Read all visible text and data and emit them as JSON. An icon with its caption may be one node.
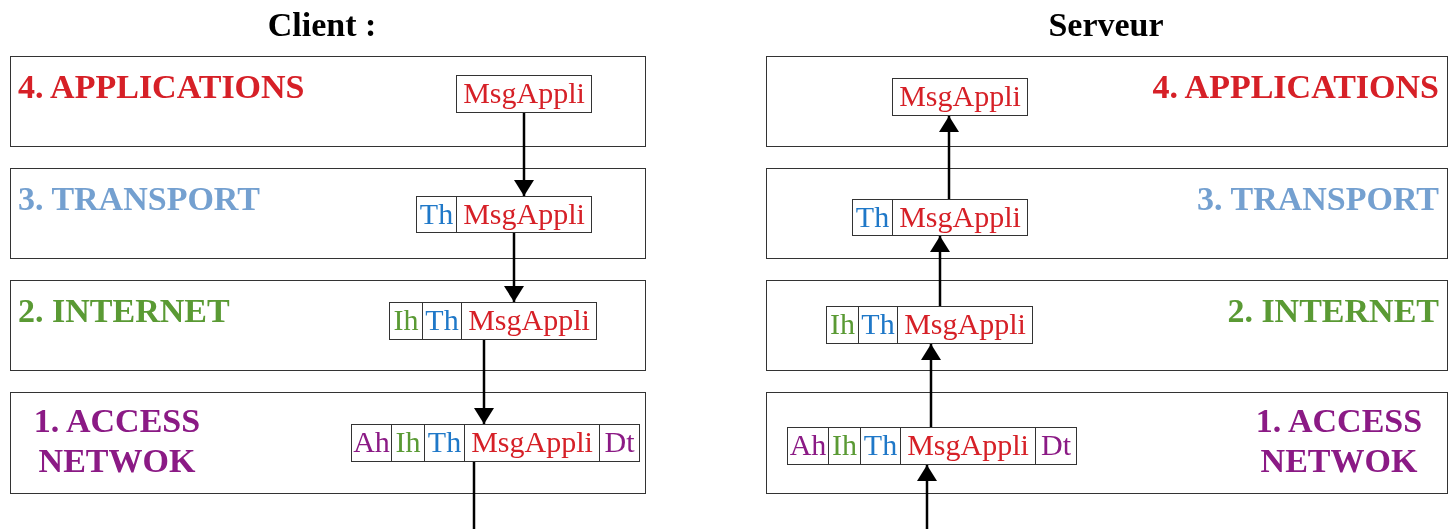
{
  "diagram": {
    "nodes": [
      {
        "text": [
          "4. APPLICATIONS"
        ]
      },
      {
        "text": [
          "MsgAppli"
        ],
        "in": 0
      },
      {
        "text": [
          "4. APPLICATIONS"
        ]
      },
      {
        "text": [
          "MsgAppli"
        ],
        "in": 2
      },
      {
        "text": [
          "3. TRANSPORT"
        ]
      },
      {
        "text": [
          "Th"
        ],
        "in": 4
      },
      {
        "text": [
          "MsgAppli"
        ],
        "in": 4
      },
      {
        "text": [
          "3. TRANSPORT"
        ]
      },
      {
        "text": [
          "Th"
        ],
        "in": 7
      },
      {
        "text": [
          "MsgAppli"
        ],
        "in": 7
      },
      {
        "text": [
          "2. INTERNET"
        ]
      },
      {
        "text": [
          "Ih"
        ],
        "in": 10
      },
      {
        "text": [
          "Th"
        ],
        "in": 10
      },
      {
        "text": [
          "MsgAppli"
        ],
        "in": 10
      },
      {
        "text": [
          "2. INTERNET"
        ]
      },
      {
        "text": [
          "Ih"
        ],
        "in": 14
      },
      {
        "text": [
          "Th"
        ],
        "in": 14
      },
      {
        "text": [
          "MsgAppli"
        ],
        "in": 14
      },
      {
        "text": [
          "1. ACCESS NETWOK"
        ]
      },
      {
        "text": [
          "Ah"
        ],
        "in": 18
      },
      {
        "text": [
          "Ih"
        ],
        "in": 18
      },
      {
        "text": [
          "Th"
        ],
        "in": 18
      },
      {
        "text": [
          "MsgAppli"
        ],
        "in": 18
      },
      {
        "text": [
          "Dt"
        ],
        "in": 18
      },
      {
        "text": [
          "1. ACCESS NETWOK"
        ]
      },
      {
        "text": [
          "Ah"
        ],
        "in": 24
      },
      {
        "text": [
          "Ih"
        ],
        "in": 24
      },
      {
        "text": [
          "Th"
        ],
        "in": 24
      },
      {
        "text": [
          "MsgAppli"
        ],
        "in": 24
      },
      {
        "text": [
          "Dt"
        ],
        "in": 24
      }
    ],
    "edges": [
      {
        "from": 1,
        "to": 6,
        "arrow": "to"
      },
      {
        "from": 6,
        "to": 13,
        "arrow": "to"
      },
      {
        "from": 13,
        "to": 22,
        "arrow": "to"
      },
      {
        "from": 22,
        "to": null,
        "arrow": "none"
      },
      {
        "from": null,
        "to": 28,
        "arrow": "to"
      },
      {
        "from": 28,
        "to": 17,
        "arrow": "to"
      },
      {
        "from": 17,
        "to": 9,
        "arrow": "to"
      },
      {
        "from": 9,
        "to": 3,
        "arrow": "to"
      }
    ],
    "labels": [
      "Client :",
      "Serveur"
    ]
  }
}
